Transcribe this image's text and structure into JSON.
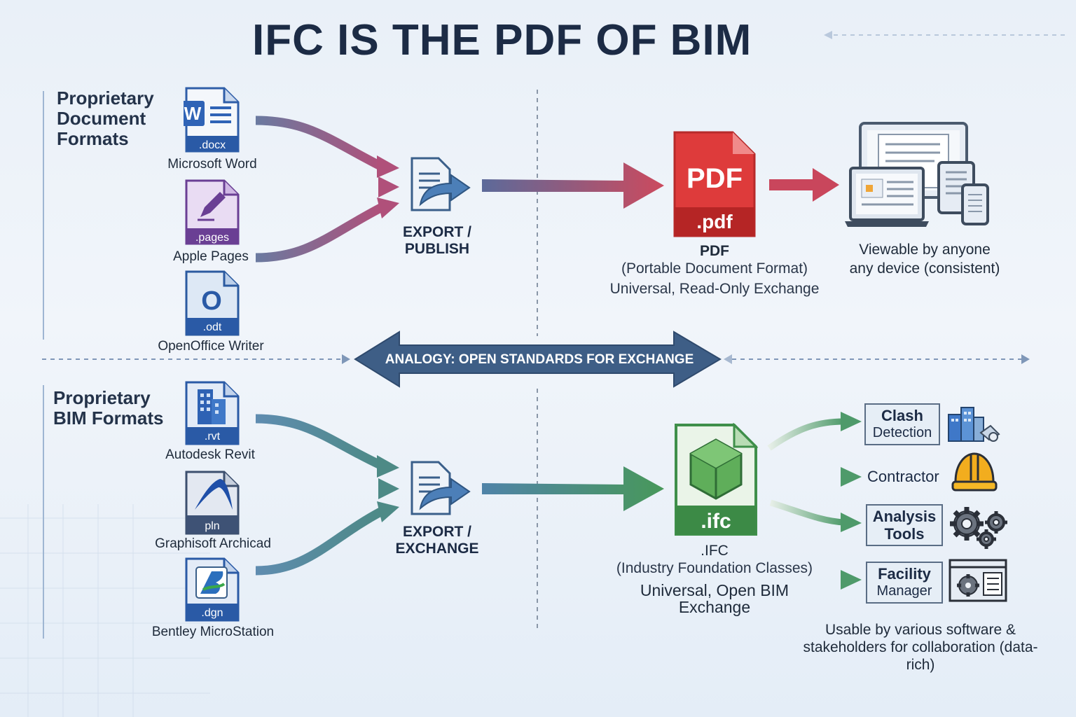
{
  "title": "IFC IS THE PDF OF BIM",
  "top_section": {
    "heading": [
      "Proprietary",
      "Document",
      "Formats"
    ],
    "files": [
      {
        "ext": ".docx",
        "letter": "W",
        "name": "Microsoft Word",
        "icon": "word-doc-icon"
      },
      {
        "ext": ".pages",
        "name": "Apple Pages",
        "icon": "pen-doc-icon"
      },
      {
        "ext": ".odt",
        "letter": "O",
        "name": "OpenOffice Writer",
        "icon": "openoffice-doc-icon"
      }
    ],
    "step": [
      "EXPORT /",
      "PUBLISH"
    ],
    "result": {
      "badge_top": "PDF",
      "badge_ext": ".pdf",
      "name": "PDF",
      "full_name": "(Portable Document Format)",
      "desc": "Universal, Read-Only Exchange"
    },
    "devices_caption": [
      "Viewable by anyone",
      "any device (consistent)"
    ]
  },
  "analogy": "ANALOGY: OPEN STANDARDS FOR EXCHANGE",
  "bottom_section": {
    "heading": [
      "Proprietary",
      "BIM Formats"
    ],
    "files": [
      {
        "ext": ".rvt",
        "name": "Autodesk Revit",
        "icon": "building-doc-icon"
      },
      {
        "ext": "pln",
        "name": "Graphisoft Archicad",
        "icon": "archicad-doc-icon"
      },
      {
        "ext": ".dgn",
        "name": "Bentley MicroStation",
        "icon": "bentley-doc-icon"
      }
    ],
    "step": [
      "EXPORT /",
      "EXCHANGE"
    ],
    "result": {
      "badge_ext": ".ifc",
      "name": ".IFC",
      "full_name": "(Industry Foundation Classes)",
      "desc": [
        "Universal, Open BIM",
        "Exchange"
      ]
    },
    "uses": [
      {
        "label": [
          "Clash",
          "Detection"
        ],
        "boxed": true,
        "icon": "clash-detection-icon"
      },
      {
        "label": [
          "Contractor"
        ],
        "boxed": false,
        "icon": "hard-hat-icon"
      },
      {
        "label": [
          "Analysis",
          "Tools"
        ],
        "boxed": true,
        "icon": "gears-icon"
      },
      {
        "label": [
          "Facility",
          "Manager"
        ],
        "boxed": true,
        "icon": "facility-panel-icon"
      }
    ],
    "caption": [
      "Usable by various software &",
      "stakeholders for collaboration (data-",
      "rich)"
    ]
  },
  "colors": {
    "title": "#1c2b45",
    "pdf_red": "#d93a3a",
    "ifc_green": "#3f8f4a",
    "arrow_top": "#8a4f8e",
    "arrow_bottom": "#4a8a88",
    "analogy_arrow": "#3f5f86"
  }
}
